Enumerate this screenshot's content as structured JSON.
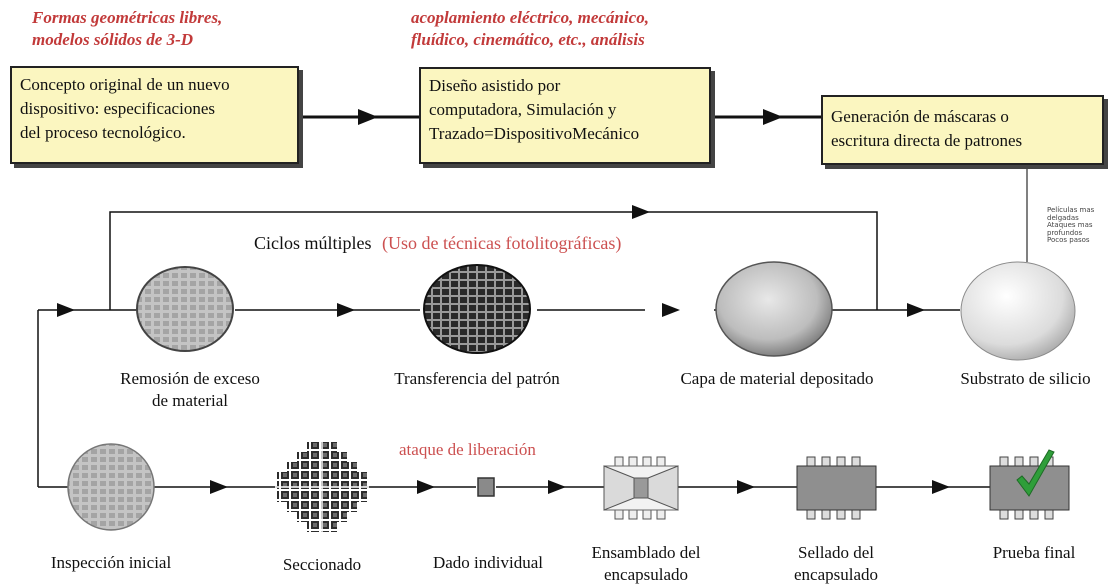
{
  "headings": {
    "left": [
      "Formas geométricas libres,",
      "modelos sólidos de 3-D"
    ],
    "right": [
      "acoplamiento eléctrico, mecánico,",
      "fluídico, cinemático, etc., análisis"
    ]
  },
  "boxes": {
    "concept": [
      "Concepto original de un nuevo",
      "dispositivo: especificaciones",
      "del proceso tecnológico."
    ],
    "design": [
      "Diseño asistido por",
      "computadora, Simulación y",
      "Trazado=DispositivoMecánico"
    ],
    "mask": [
      "Generación de máscaras o",
      "escritura directa de patrones"
    ]
  },
  "cycles": {
    "label": "Ciclos múltiples",
    "note": "(Uso de técnicas fotolitográficas)"
  },
  "side_note": [
    "Películas mas",
    "delgadas",
    "Ataques mas",
    "profundos",
    "Pocos pasos"
  ],
  "row2": {
    "removal": [
      "Remosión de exceso",
      "de material"
    ],
    "transfer": "Transferencia del patrón",
    "layer": "Capa de material depositado",
    "substrate": "Substrato de silicio"
  },
  "release_label": "ataque de liberación",
  "row3": {
    "inspection": "Inspección inicial",
    "sectioning": "Seccionado",
    "die": "Dado individual",
    "assembly": [
      "Ensamblado del",
      "encapsulado"
    ],
    "sealing": [
      "Sellado del",
      "encapsulado"
    ],
    "final": "Prueba final"
  }
}
